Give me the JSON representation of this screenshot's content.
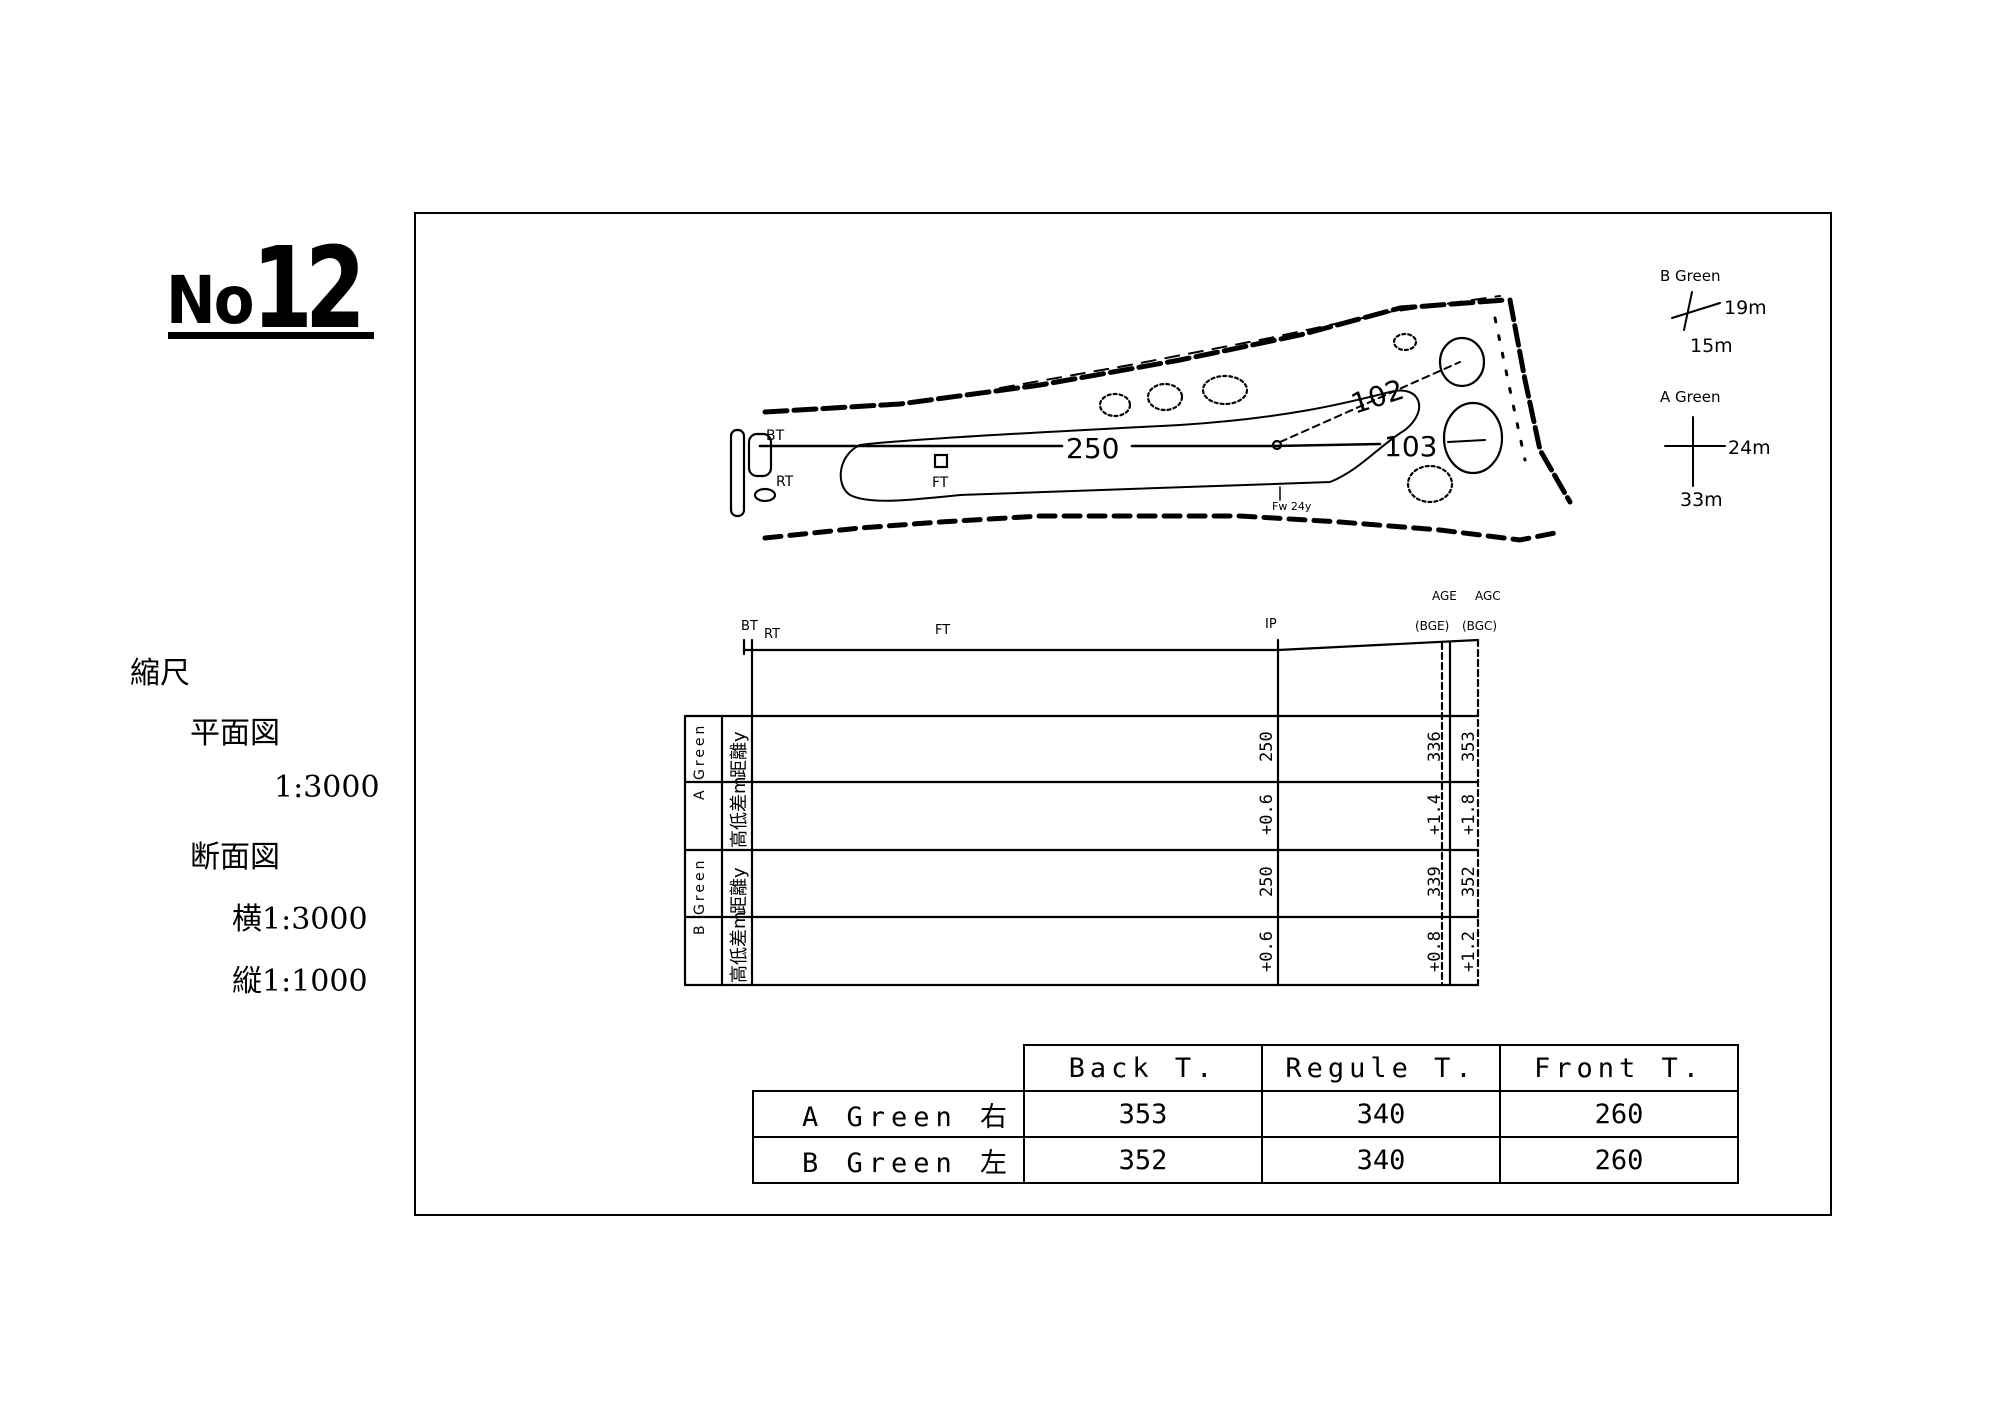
{
  "title": {
    "prefix": "No",
    "number": "12"
  },
  "scale": {
    "heading": "縮尺",
    "plan_label": "平面図",
    "plan_value": "1:3000",
    "section_label": "断面図",
    "horizontal": "横1:3000",
    "vertical": "縦1:1000"
  },
  "plan": {
    "tee_labels": {
      "bt": "BT",
      "rt": "RT",
      "ft": "FT"
    },
    "distances": {
      "tee_to_ip": "250",
      "ip_to_a_green": "103",
      "ip_to_b_green": "102"
    },
    "fw_note": "Fw 24y",
    "b_green_dims": {
      "label": "B Green",
      "width": "19m",
      "depth": "15m"
    },
    "a_green_dims": {
      "label": "A Green",
      "width": "24m",
      "depth": "33m"
    }
  },
  "profile": {
    "labels": {
      "bt": "BT",
      "rt": "RT",
      "ft": "FT",
      "ip": "IP",
      "age": "AGE",
      "agc": "AGC",
      "bge": "(BGE)",
      "bgc": "(BGC)"
    },
    "row_groups": [
      {
        "group": "A Green",
        "rows": [
          {
            "label": "距離y",
            "values": [
              "250",
              "336",
              "353"
            ]
          },
          {
            "label": "高低差m",
            "values": [
              "+0.6",
              "+1.4",
              "+1.8"
            ]
          }
        ]
      },
      {
        "group": "B Green",
        "rows": [
          {
            "label": "距離y",
            "values": [
              "250",
              "339",
              "352"
            ]
          },
          {
            "label": "高低差m",
            "values": [
              "+0.6",
              "+0.8",
              "+1.2"
            ]
          }
        ]
      }
    ]
  },
  "yardage_table": {
    "columns": [
      "Back T.",
      "Regule T.",
      "Front T."
    ],
    "rows": [
      {
        "label": "A Green 右",
        "values": [
          "353",
          "340",
          "260"
        ]
      },
      {
        "label": "B Green 左",
        "values": [
          "352",
          "340",
          "260"
        ]
      }
    ]
  }
}
